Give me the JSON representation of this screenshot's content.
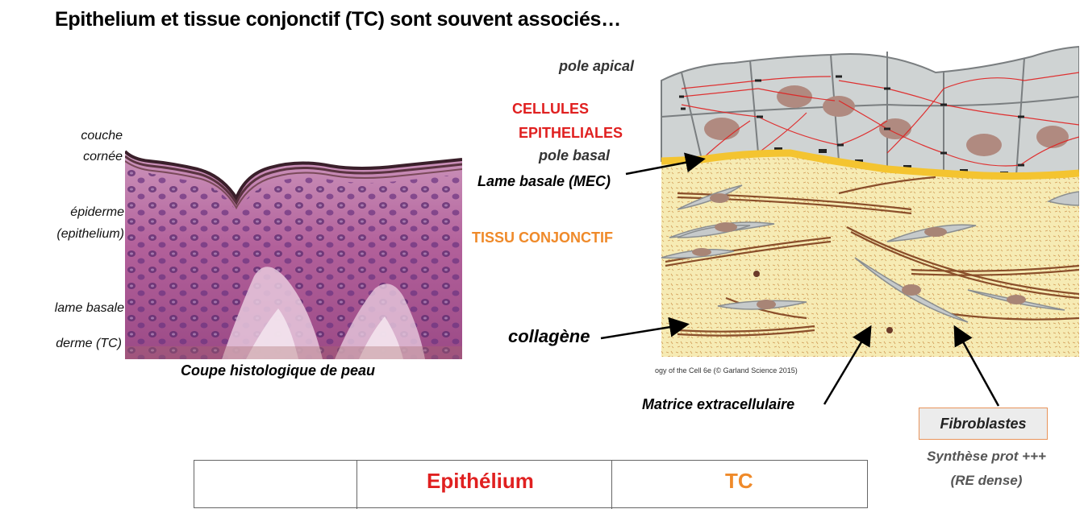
{
  "title": "Epithelium et tissue conjonctif (TC) sont souvent associés…",
  "histology": {
    "labels": {
      "couche": "couche",
      "cornee": "cornée",
      "epiderme": "épiderme",
      "epithelium": "(epithelium)",
      "lame_basale": "lame basale",
      "derme": "derme  (TC)"
    },
    "caption": "Coupe histologique de peau"
  },
  "diagram": {
    "pole_apical": "pole apical",
    "cellules_line1": "CELLULES",
    "cellules_line2": "EPITHELIALES",
    "pole_basal": "pole basal",
    "lame_basale_mec": "Lame basale (MEC)",
    "tissu_conjonctif": "TISSU CONJONCTIF",
    "collagene": "collagène",
    "credit": "ogy of the Cell 6e (© Garland Science 2015)",
    "matrice": "Matrice extracellulaire",
    "fibroblastes": "Fibroblastes",
    "synthese_line1": "Synthèse prot +++",
    "synthese_line2": "(RE dense)"
  },
  "table": {
    "headers": [
      "",
      "Epithélium",
      "TC"
    ]
  },
  "colors": {
    "red": "#e02020",
    "orange": "#ef8a2a",
    "basal_lamina": "#f4c430",
    "connective_bg": "#f6ebb4",
    "cell_fill": "#cfd3d3",
    "histology_pink": "#b2609a"
  }
}
